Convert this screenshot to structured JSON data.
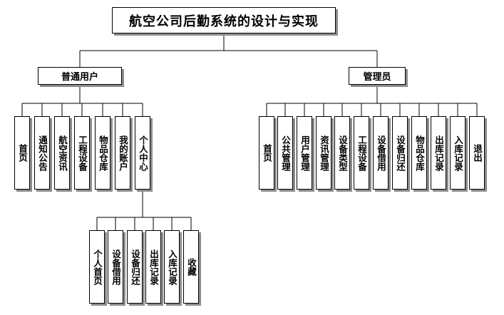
{
  "title": "航空公司后勤系统的设计与实现",
  "user_group": {
    "label": "普通用户",
    "items": [
      "首页",
      "通知公告",
      "航空资讯",
      "工程设备",
      "物品仓库",
      "我的账户",
      "个人中心"
    ]
  },
  "admin_group": {
    "label": "管理员",
    "items": [
      "首页",
      "公共管理",
      "用户管理",
      "资讯管理",
      "设备类型",
      "工程设备",
      "设备借用",
      "设备归还",
      "物品仓库",
      "出库记录",
      "入库记录",
      "退出"
    ]
  },
  "personal_center": {
    "items": [
      "个人首页",
      "设备借用",
      "设备归还",
      "出库记录",
      "入库记录",
      "收藏"
    ]
  }
}
